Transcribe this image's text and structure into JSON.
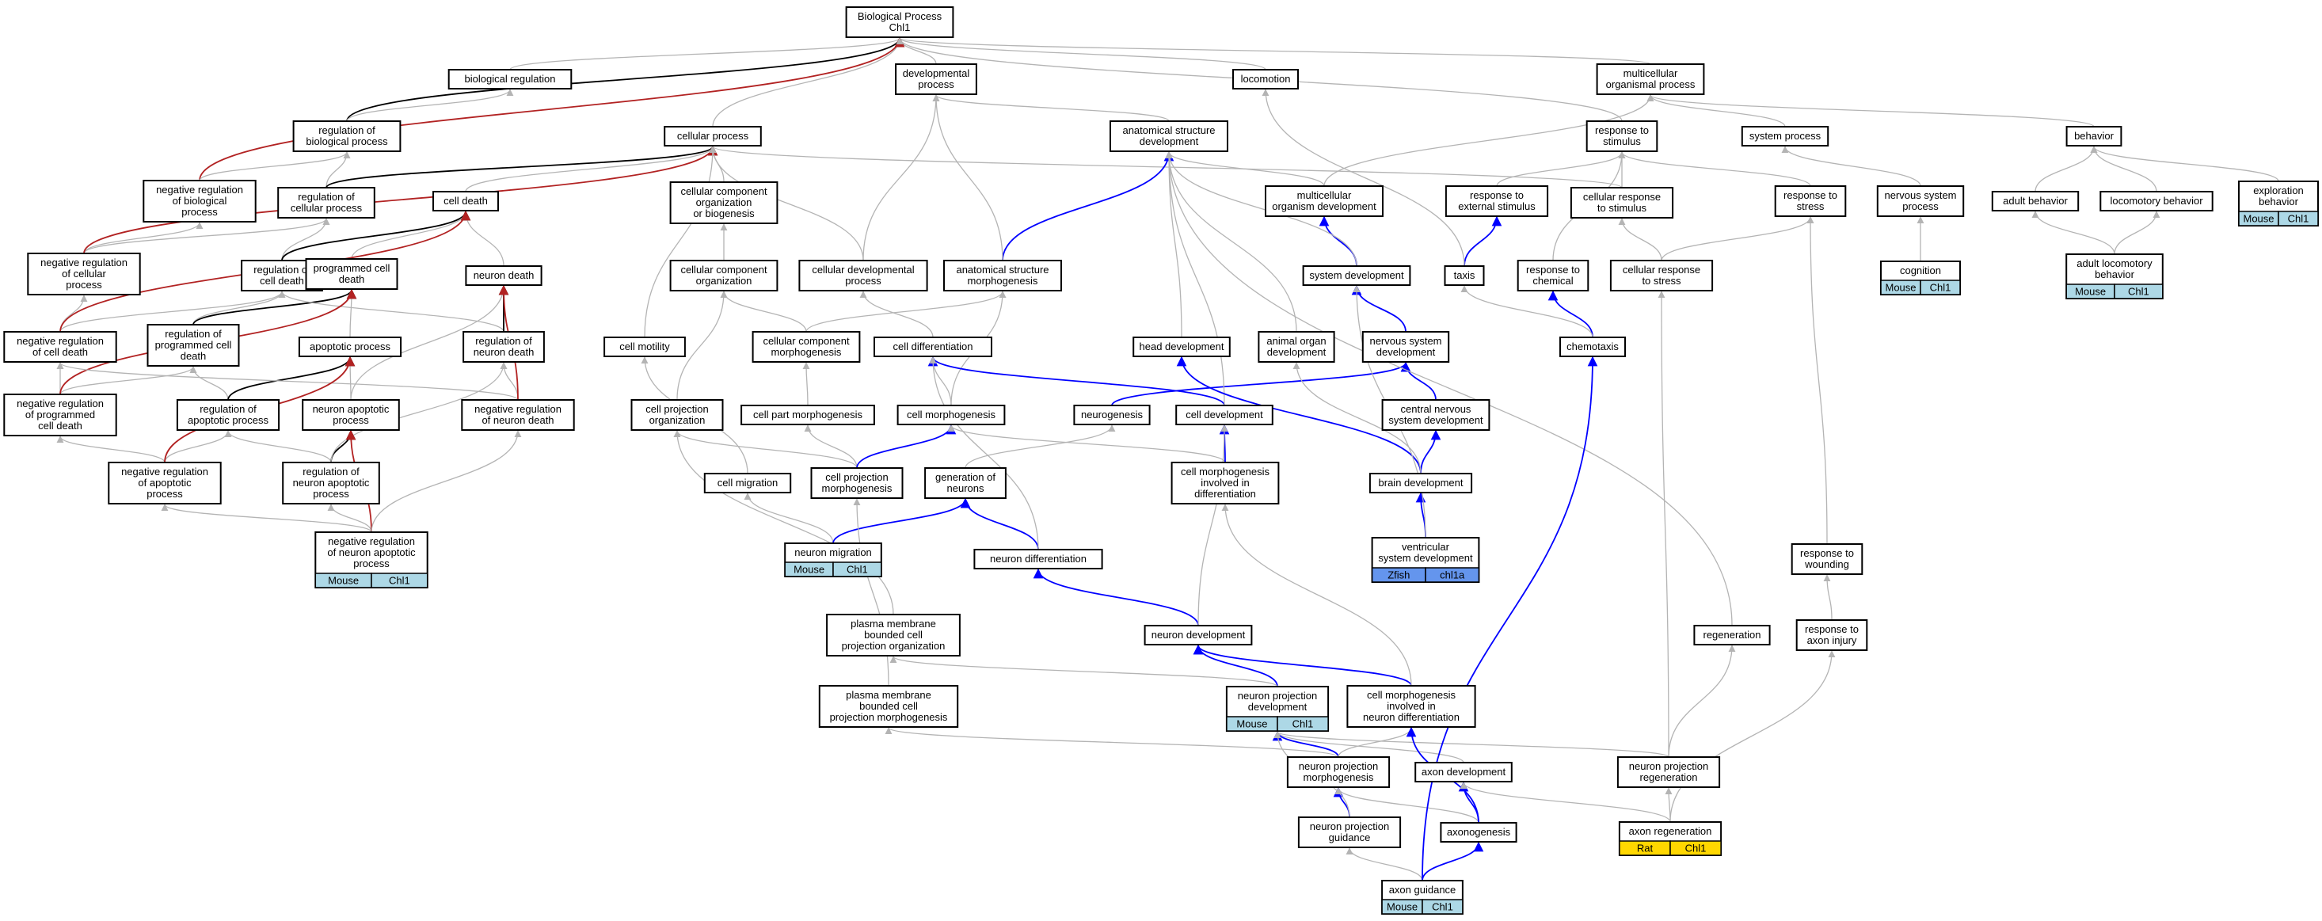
{
  "colors": {
    "is_a": "#b4b4b4",
    "part_of": "#000000",
    "regulates": "#0000ff",
    "negatively_regulates": "#b22222",
    "mouse_tag": "#add8e6",
    "zfish_tag": "#6495ed",
    "rat_tag": "#ffd700"
  },
  "nodes": [
    {
      "id": "bp",
      "lines": [
        "Biological Process",
        "Chl1"
      ]
    },
    {
      "id": "bioreg",
      "lines": [
        "biological regulation"
      ]
    },
    {
      "id": "devproc",
      "lines": [
        "developmental",
        "process"
      ]
    },
    {
      "id": "locomotion",
      "lines": [
        "locomotion"
      ]
    },
    {
      "id": "multiorg",
      "lines": [
        "multicellular",
        "organismal process"
      ]
    },
    {
      "id": "regbio",
      "lines": [
        "regulation of",
        "biological process"
      ]
    },
    {
      "id": "cellproc",
      "lines": [
        "cellular process"
      ]
    },
    {
      "id": "anatdev",
      "lines": [
        "anatomical structure",
        "development"
      ]
    },
    {
      "id": "respstim",
      "lines": [
        "response to",
        "stimulus"
      ]
    },
    {
      "id": "sysproc",
      "lines": [
        "system process"
      ]
    },
    {
      "id": "behavior",
      "lines": [
        "behavior"
      ]
    },
    {
      "id": "negregbio",
      "lines": [
        "negative regulation",
        "of biological",
        "process"
      ]
    },
    {
      "id": "regcell",
      "lines": [
        "regulation of",
        "cellular process"
      ]
    },
    {
      "id": "celldeath",
      "lines": [
        "cell death"
      ]
    },
    {
      "id": "ccob",
      "lines": [
        "cellular component",
        "organization",
        "or biogenesis"
      ]
    },
    {
      "id": "multiorgdev",
      "lines": [
        "multicellular",
        "organism development"
      ]
    },
    {
      "id": "respext",
      "lines": [
        "response to",
        "external stimulus"
      ]
    },
    {
      "id": "cellresp",
      "lines": [
        "cellular response",
        "to stimulus"
      ]
    },
    {
      "id": "respstress",
      "lines": [
        "response to",
        "stress"
      ]
    },
    {
      "id": "nervsys",
      "lines": [
        "nervous system",
        "process"
      ]
    },
    {
      "id": "adultbeh",
      "lines": [
        "adult behavior"
      ]
    },
    {
      "id": "locobeh",
      "lines": [
        "locomotory behavior"
      ]
    },
    {
      "id": "explbeh",
      "lines": [
        "exploration",
        "behavior"
      ],
      "tags": [
        "Mouse",
        "Chl1"
      ]
    },
    {
      "id": "negregcell",
      "lines": [
        "negative regulation",
        "of cellular",
        "process"
      ]
    },
    {
      "id": "regcelldeath",
      "lines": [
        "regulation of",
        "cell death"
      ]
    },
    {
      "id": "pcd",
      "lines": [
        "programmed cell",
        "death"
      ]
    },
    {
      "id": "neurondeath",
      "lines": [
        "neuron death"
      ]
    },
    {
      "id": "cco",
      "lines": [
        "cellular component",
        "organization"
      ]
    },
    {
      "id": "celldevproc",
      "lines": [
        "cellular developmental",
        "process"
      ]
    },
    {
      "id": "asm",
      "lines": [
        "anatomical structure",
        "morphogenesis"
      ]
    },
    {
      "id": "sysdev",
      "lines": [
        "system development"
      ]
    },
    {
      "id": "taxis",
      "lines": [
        "taxis"
      ]
    },
    {
      "id": "respchem",
      "lines": [
        "response to",
        "chemical"
      ]
    },
    {
      "id": "cellrespstress",
      "lines": [
        "cellular response",
        "to stress"
      ]
    },
    {
      "id": "cognition",
      "lines": [
        "cognition"
      ],
      "tags": [
        "Mouse",
        "Chl1"
      ]
    },
    {
      "id": "adultloco",
      "lines": [
        "adult locomotory",
        "behavior"
      ],
      "tags": [
        "Mouse",
        "Chl1"
      ]
    },
    {
      "id": "negregcelldeath",
      "lines": [
        "negative regulation",
        "of cell death"
      ]
    },
    {
      "id": "regpcd",
      "lines": [
        "regulation of",
        "programmed cell",
        "death"
      ]
    },
    {
      "id": "apoptotic",
      "lines": [
        "apoptotic process"
      ]
    },
    {
      "id": "regneurondeath",
      "lines": [
        "regulation of",
        "neuron death"
      ]
    },
    {
      "id": "cellmotility",
      "lines": [
        "cell motility"
      ]
    },
    {
      "id": "ccmorph",
      "lines": [
        "cellular component",
        "morphogenesis"
      ]
    },
    {
      "id": "celldiff",
      "lines": [
        "cell differentiation"
      ]
    },
    {
      "id": "headdev",
      "lines": [
        "head development"
      ]
    },
    {
      "id": "organdev",
      "lines": [
        "animal organ",
        "development"
      ]
    },
    {
      "id": "nsdev",
      "lines": [
        "nervous system",
        "development"
      ]
    },
    {
      "id": "chemotaxis",
      "lines": [
        "chemotaxis"
      ]
    },
    {
      "id": "negregpcd",
      "lines": [
        "negative regulation",
        "of programmed",
        "cell death"
      ]
    },
    {
      "id": "regapop",
      "lines": [
        "regulation of",
        "apoptotic process"
      ]
    },
    {
      "id": "neuronapop",
      "lines": [
        "neuron apoptotic",
        "process"
      ]
    },
    {
      "id": "negregneurondeath",
      "lines": [
        "negative regulation",
        "of neuron death"
      ]
    },
    {
      "id": "cellprojorg",
      "lines": [
        "cell projection",
        "organization"
      ]
    },
    {
      "id": "cellpartmorph",
      "lines": [
        "cell part morphogenesis"
      ]
    },
    {
      "id": "cellmorph",
      "lines": [
        "cell morphogenesis"
      ]
    },
    {
      "id": "neurogenesis",
      "lines": [
        "neurogenesis"
      ]
    },
    {
      "id": "celldev",
      "lines": [
        "cell development"
      ]
    },
    {
      "id": "cnsdev",
      "lines": [
        "central nervous",
        "system development"
      ]
    },
    {
      "id": "negregapop",
      "lines": [
        "negative regulation",
        "of apoptotic",
        "process"
      ]
    },
    {
      "id": "regneuronapop",
      "lines": [
        "regulation of",
        "neuron apoptotic",
        "process"
      ]
    },
    {
      "id": "cellmigration",
      "lines": [
        "cell migration"
      ]
    },
    {
      "id": "cellprojmorph",
      "lines": [
        "cell projection",
        "morphogenesis"
      ]
    },
    {
      "id": "genneurons",
      "lines": [
        "generation of",
        "neurons"
      ]
    },
    {
      "id": "cellmorphdiff",
      "lines": [
        "cell morphogenesis",
        "involved in",
        "differentiation"
      ]
    },
    {
      "id": "braindev",
      "lines": [
        "brain development"
      ]
    },
    {
      "id": "negregneuronapop",
      "lines": [
        "negative regulation",
        "of neuron apoptotic",
        "process"
      ],
      "tags": [
        "Mouse",
        "Chl1"
      ]
    },
    {
      "id": "neuronmig",
      "lines": [
        "neuron migration"
      ],
      "tags": [
        "Mouse",
        "Chl1"
      ]
    },
    {
      "id": "neurondiff",
      "lines": [
        "neuron differentiation"
      ]
    },
    {
      "id": "ventdev",
      "lines": [
        "ventricular",
        "system development"
      ],
      "tags": [
        "Zfish",
        "chl1a"
      ]
    },
    {
      "id": "respwound",
      "lines": [
        "response to",
        "wounding"
      ]
    },
    {
      "id": "pmbcpo",
      "lines": [
        "plasma membrane",
        "bounded cell",
        "projection organization"
      ]
    },
    {
      "id": "neurondev",
      "lines": [
        "neuron development"
      ]
    },
    {
      "id": "regeneration",
      "lines": [
        "regeneration"
      ]
    },
    {
      "id": "respaxon",
      "lines": [
        "response to",
        "axon injury"
      ]
    },
    {
      "id": "pmbcpm",
      "lines": [
        "plasma membrane",
        "bounded cell",
        "projection morphogenesis"
      ]
    },
    {
      "id": "npdev",
      "lines": [
        "neuron projection",
        "development"
      ],
      "tags": [
        "Mouse",
        "Chl1"
      ]
    },
    {
      "id": "cmnd",
      "lines": [
        "cell morphogenesis",
        "involved in",
        "neuron differentiation"
      ]
    },
    {
      "id": "npmorph",
      "lines": [
        "neuron projection",
        "morphogenesis"
      ]
    },
    {
      "id": "axondev",
      "lines": [
        "axon development"
      ]
    },
    {
      "id": "npregen",
      "lines": [
        "neuron projection",
        "regeneration"
      ]
    },
    {
      "id": "npguid",
      "lines": [
        "neuron projection",
        "guidance"
      ]
    },
    {
      "id": "axonogenesis",
      "lines": [
        "axonogenesis"
      ]
    },
    {
      "id": "axonregen",
      "lines": [
        "axon regeneration"
      ],
      "tags": [
        "Rat",
        "Chl1"
      ]
    },
    {
      "id": "axonguid",
      "lines": [
        "axon guidance"
      ],
      "tags": [
        "Mouse",
        "Chl1"
      ]
    }
  ],
  "edges": [
    [
      "bioreg",
      "bp",
      "is_a"
    ],
    [
      "devproc",
      "bp",
      "is_a"
    ],
    [
      "locomotion",
      "bp",
      "is_a"
    ],
    [
      "multiorg",
      "bp",
      "is_a"
    ],
    [
      "regbio",
      "bp",
      "part_of"
    ],
    [
      "cellproc",
      "bp",
      "is_a"
    ],
    [
      "negregbio",
      "bp",
      "negatively_regulates"
    ],
    [
      "regbio",
      "bioreg",
      "is_a"
    ],
    [
      "anatdev",
      "devproc",
      "is_a"
    ],
    [
      "respstim",
      "bp",
      "is_a"
    ],
    [
      "sysproc",
      "multiorg",
      "is_a"
    ],
    [
      "behavior",
      "multiorg",
      "is_a"
    ],
    [
      "negregbio",
      "regbio",
      "is_a"
    ],
    [
      "regcell",
      "regbio",
      "is_a"
    ],
    [
      "regcell",
      "cellproc",
      "part_of"
    ],
    [
      "celldeath",
      "cellproc",
      "is_a"
    ],
    [
      "ccob",
      "cellproc",
      "is_a"
    ],
    [
      "multiorgdev",
      "multiorg",
      "is_a"
    ],
    [
      "multiorgdev",
      "anatdev",
      "is_a"
    ],
    [
      "respext",
      "respstim",
      "is_a"
    ],
    [
      "cellresp",
      "respstim",
      "is_a"
    ],
    [
      "cellresp",
      "cellproc",
      "is_a"
    ],
    [
      "respstress",
      "respstim",
      "is_a"
    ],
    [
      "nervsys",
      "sysproc",
      "is_a"
    ],
    [
      "adultbeh",
      "behavior",
      "is_a"
    ],
    [
      "locobeh",
      "behavior",
      "is_a"
    ],
    [
      "explbeh",
      "behavior",
      "is_a"
    ],
    [
      "negregcell",
      "negregbio",
      "is_a"
    ],
    [
      "negregcell",
      "regcell",
      "is_a"
    ],
    [
      "negregcell",
      "cellproc",
      "negatively_regulates"
    ],
    [
      "regcelldeath",
      "regcell",
      "is_a"
    ],
    [
      "regcelldeath",
      "celldeath",
      "part_of"
    ],
    [
      "pcd",
      "celldeath",
      "is_a"
    ],
    [
      "neurondeath",
      "celldeath",
      "is_a"
    ],
    [
      "cco",
      "ccob",
      "is_a"
    ],
    [
      "celldevproc",
      "cellproc",
      "is_a"
    ],
    [
      "celldevproc",
      "devproc",
      "is_a"
    ],
    [
      "asm",
      "anatdev",
      "regulates"
    ],
    [
      "asm",
      "devproc",
      "is_a"
    ],
    [
      "sysdev",
      "multiorgdev",
      "regulates"
    ],
    [
      "sysdev",
      "anatdev",
      "is_a"
    ],
    [
      "taxis",
      "respext",
      "regulates"
    ],
    [
      "taxis",
      "locomotion",
      "is_a"
    ],
    [
      "respchem",
      "respstim",
      "is_a"
    ],
    [
      "cellrespstress",
      "respstress",
      "is_a"
    ],
    [
      "cellrespstress",
      "cellresp",
      "is_a"
    ],
    [
      "cognition",
      "nervsys",
      "is_a"
    ],
    [
      "adultloco",
      "adultbeh",
      "is_a"
    ],
    [
      "adultloco",
      "locobeh",
      "is_a"
    ],
    [
      "negregcelldeath",
      "negregcell",
      "is_a"
    ],
    [
      "negregcelldeath",
      "regcelldeath",
      "is_a"
    ],
    [
      "negregcelldeath",
      "celldeath",
      "negatively_regulates"
    ],
    [
      "regpcd",
      "regcelldeath",
      "is_a"
    ],
    [
      "regpcd",
      "pcd",
      "part_of"
    ],
    [
      "apoptotic",
      "pcd",
      "is_a"
    ],
    [
      "regneurondeath",
      "regcelldeath",
      "is_a"
    ],
    [
      "regneurondeath",
      "neurondeath",
      "part_of"
    ],
    [
      "cellmotility",
      "cellproc",
      "is_a"
    ],
    [
      "ccmorph",
      "cco",
      "is_a"
    ],
    [
      "ccmorph",
      "asm",
      "is_a"
    ],
    [
      "celldiff",
      "celldevproc",
      "is_a"
    ],
    [
      "headdev",
      "anatdev",
      "is_a"
    ],
    [
      "organdev",
      "anatdev",
      "is_a"
    ],
    [
      "nsdev",
      "sysdev",
      "regulates"
    ],
    [
      "chemotaxis",
      "respchem",
      "regulates"
    ],
    [
      "chemotaxis",
      "taxis",
      "is_a"
    ],
    [
      "negregpcd",
      "negregcelldeath",
      "is_a"
    ],
    [
      "negregpcd",
      "regpcd",
      "is_a"
    ],
    [
      "negregpcd",
      "pcd",
      "negatively_regulates"
    ],
    [
      "regapop",
      "regpcd",
      "is_a"
    ],
    [
      "regapop",
      "apoptotic",
      "part_of"
    ],
    [
      "neuronapop",
      "apoptotic",
      "is_a"
    ],
    [
      "neuronapop",
      "neurondeath",
      "is_a"
    ],
    [
      "negregneurondeath",
      "negregcelldeath",
      "is_a"
    ],
    [
      "negregneurondeath",
      "regneurondeath",
      "is_a"
    ],
    [
      "negregneurondeath",
      "neurondeath",
      "negatively_regulates"
    ],
    [
      "cellprojorg",
      "cco",
      "is_a"
    ],
    [
      "cellpartmorph",
      "ccmorph",
      "is_a"
    ],
    [
      "cellmorph",
      "asm",
      "is_a"
    ],
    [
      "cellmorph",
      "celldiff",
      "is_a"
    ],
    [
      "neurogenesis",
      "nsdev",
      "regulates"
    ],
    [
      "celldev",
      "celldiff",
      "regulates"
    ],
    [
      "celldev",
      "anatdev",
      "is_a"
    ],
    [
      "cnsdev",
      "nsdev",
      "regulates"
    ],
    [
      "negregapop",
      "negregpcd",
      "is_a"
    ],
    [
      "negregapop",
      "regapop",
      "is_a"
    ],
    [
      "negregapop",
      "apoptotic",
      "negatively_regulates"
    ],
    [
      "regneuronapop",
      "regapop",
      "is_a"
    ],
    [
      "regneuronapop",
      "neuronapop",
      "part_of"
    ],
    [
      "regneuronapop",
      "regneurondeath",
      "is_a"
    ],
    [
      "cellmigration",
      "cellmotility",
      "is_a"
    ],
    [
      "cellprojmorph",
      "cellprojorg",
      "is_a"
    ],
    [
      "cellprojmorph",
      "cellpartmorph",
      "is_a"
    ],
    [
      "cellprojmorph",
      "cellmorph",
      "regulates"
    ],
    [
      "genneurons",
      "neurogenesis",
      "is_a"
    ],
    [
      "cellmorphdiff",
      "cellmorph",
      "is_a"
    ],
    [
      "cellmorphdiff",
      "celldev",
      "regulates"
    ],
    [
      "braindev",
      "cnsdev",
      "regulates"
    ],
    [
      "braindev",
      "headdev",
      "regulates"
    ],
    [
      "braindev",
      "organdev",
      "is_a"
    ],
    [
      "negregneuronapop",
      "negregapop",
      "is_a"
    ],
    [
      "negregneuronapop",
      "regneuronapop",
      "is_a"
    ],
    [
      "negregneuronapop",
      "neuronapop",
      "negatively_regulates"
    ],
    [
      "negregneuronapop",
      "negregneurondeath",
      "is_a"
    ],
    [
      "neuronmig",
      "cellmigration",
      "is_a"
    ],
    [
      "neuronmig",
      "genneurons",
      "regulates"
    ],
    [
      "neurondiff",
      "genneurons",
      "regulates"
    ],
    [
      "neurondiff",
      "celldiff",
      "is_a"
    ],
    [
      "ventdev",
      "braindev",
      "regulates"
    ],
    [
      "ventdev",
      "sysdev",
      "is_a"
    ],
    [
      "respwound",
      "respstress",
      "is_a"
    ],
    [
      "pmbcpo",
      "cellprojorg",
      "is_a"
    ],
    [
      "neurondev",
      "neurondiff",
      "regulates"
    ],
    [
      "neurondev",
      "celldev",
      "is_a"
    ],
    [
      "regeneration",
      "anatdev",
      "is_a"
    ],
    [
      "respaxon",
      "respwound",
      "is_a"
    ],
    [
      "pmbcpm",
      "cellprojmorph",
      "is_a"
    ],
    [
      "npdev",
      "neurondev",
      "regulates"
    ],
    [
      "npdev",
      "pmbcpo",
      "is_a"
    ],
    [
      "cmnd",
      "neurondev",
      "regulates"
    ],
    [
      "cmnd",
      "cellmorphdiff",
      "is_a"
    ],
    [
      "npmorph",
      "npdev",
      "regulates"
    ],
    [
      "npmorph",
      "pmbcpm",
      "is_a"
    ],
    [
      "npmorph",
      "cmnd",
      "is_a"
    ],
    [
      "axondev",
      "npdev",
      "is_a"
    ],
    [
      "npregen",
      "npdev",
      "is_a"
    ],
    [
      "npregen",
      "regeneration",
      "is_a"
    ],
    [
      "npregen",
      "cellrespstress",
      "is_a"
    ],
    [
      "npguid",
      "npmorph",
      "regulates"
    ],
    [
      "npguid",
      "npdev",
      "is_a"
    ],
    [
      "axonogenesis",
      "axondev",
      "regulates"
    ],
    [
      "axonogenesis",
      "npmorph",
      "is_a"
    ],
    [
      "axonogenesis",
      "cmnd",
      "regulates"
    ],
    [
      "axonregen",
      "npregen",
      "is_a"
    ],
    [
      "axonregen",
      "axondev",
      "is_a"
    ],
    [
      "axonregen",
      "respaxon",
      "is_a"
    ],
    [
      "axonguid",
      "axonogenesis",
      "regulates"
    ],
    [
      "axonguid",
      "npguid",
      "is_a"
    ],
    [
      "axonguid",
      "chemotaxis",
      "regulates"
    ]
  ]
}
